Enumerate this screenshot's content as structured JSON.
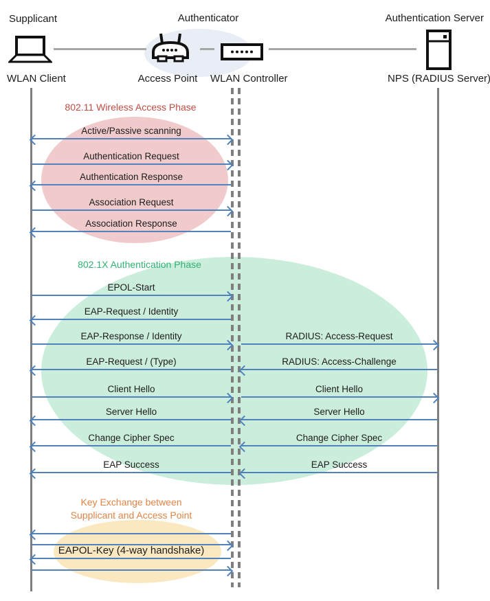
{
  "actors": {
    "supplicant": {
      "role": "Supplicant",
      "device": "WLAN Client",
      "icon": "laptop-icon"
    },
    "authenticator": {
      "role": "Authenticator",
      "access_point": {
        "label": "Access Point",
        "icon": "access-point-icon"
      },
      "wlan_controller": {
        "label": "WLAN Controller",
        "icon": "wlan-controller-icon"
      }
    },
    "authentication_server": {
      "role": "Authentication Server",
      "device": "NPS (RADIUS Server)",
      "icon": "server-icon"
    }
  },
  "phases": [
    {
      "title": "802.11 Wireless Access Phase",
      "title_color": "#BE4B43",
      "fill": "#F1CBCB"
    },
    {
      "title": "802.1X Authentication Phase",
      "title_color": "#31B173",
      "fill": "#CBEDDC"
    },
    {
      "title_line1": "Key Exchange between",
      "title_line2": "Supplicant and Access Point",
      "title_color": "#DF8446",
      "fill": "#FCE8C0"
    }
  ],
  "messages": {
    "left": [
      {
        "label": "Active/Passive scanning",
        "direction": "both"
      },
      {
        "label": "Authentication Request",
        "direction": "right"
      },
      {
        "label": "Authentication Response",
        "direction": "left"
      },
      {
        "label": "Association Request",
        "direction": "right"
      },
      {
        "label": "Association Response",
        "direction": "left"
      },
      {
        "label": "EPOL-Start",
        "direction": "right"
      },
      {
        "label": "EAP-Request / Identity",
        "direction": "left"
      },
      {
        "label": "EAP-Response / Identity",
        "direction": "right"
      },
      {
        "label": "EAP-Request / (Type)",
        "direction": "left"
      },
      {
        "label": "Client Hello",
        "direction": "right"
      },
      {
        "label": "Server Hello",
        "direction": "left"
      },
      {
        "label": "Change Cipher Spec",
        "direction": "left"
      },
      {
        "label": "EAP Success",
        "direction": "left"
      },
      {
        "label": "",
        "direction": "left"
      },
      {
        "label": "",
        "direction": "right"
      },
      {
        "label": "EAPOL-Key (4-way handshake)",
        "direction": "left"
      },
      {
        "label": "",
        "direction": "right"
      }
    ],
    "right": [
      {
        "label": "RADIUS: Access-Request",
        "direction": "right"
      },
      {
        "label": "RADIUS: Access-Challenge",
        "direction": "left"
      },
      {
        "label": "Client Hello",
        "direction": "right"
      },
      {
        "label": "Server Hello",
        "direction": "left"
      },
      {
        "label": "Change Cipher Spec",
        "direction": "left"
      },
      {
        "label": "EAP Success",
        "direction": "left"
      }
    ]
  },
  "colors": {
    "arrow": "#4F81BD",
    "lifeline": "#7F7F7F",
    "authenticator_halo": "#E9EDF6"
  }
}
